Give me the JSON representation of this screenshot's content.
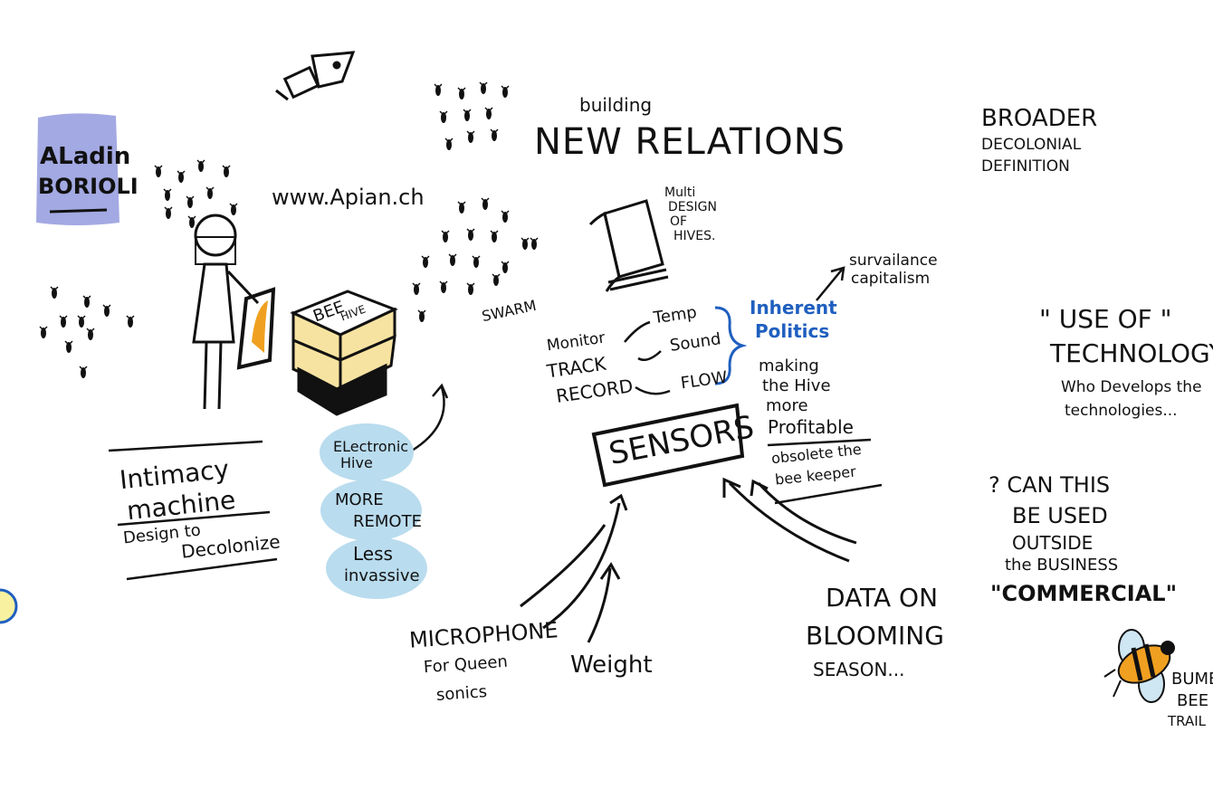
{
  "speaker": {
    "name_line1": "ALadin",
    "name_line2": "BORIOLI",
    "badge_color": "#a3a9e2"
  },
  "website": "www.Apian.ch",
  "title": {
    "small": "building",
    "main": "NEW RELATIONS"
  },
  "broader": {
    "line1": "BROADER",
    "line2": "DECOLONIAL",
    "line3": "DEFINITION"
  },
  "multi_design": [
    "Multi",
    "DESIGN",
    "OF",
    "HIVES."
  ],
  "swarm": "SWARM",
  "hive_label": [
    "BEE",
    "HIVE"
  ],
  "surveillance": [
    "survailance",
    "capitalism"
  ],
  "inherent": [
    "Inherent",
    "Politics"
  ],
  "making": [
    "making",
    "the Hive",
    "more",
    "Profitable"
  ],
  "obsolete": [
    "obsolete the",
    "bee keeper"
  ],
  "monitor": {
    "verbs": [
      "Monitor",
      "TRACK",
      "RECORD"
    ],
    "targets": [
      "Temp",
      "Sound",
      "FLOW"
    ]
  },
  "sensors": "SENSORS",
  "intimacy": {
    "line1": "Intimacy",
    "line2": "machine",
    "line3": "Design to",
    "line4": "Decolonize"
  },
  "bubbles": [
    {
      "l1": "ELectronic",
      "l2": "Hive"
    },
    {
      "l1": "MORE",
      "l2": "REMOTE"
    },
    {
      "l1": "Less",
      "l2": "invassive"
    }
  ],
  "bubble_color": "#b9dcee",
  "microphone": [
    "MICROPHONE",
    "For Queen",
    "sonics"
  ],
  "weight": "Weight",
  "data_bloom": [
    "DATA ON",
    "BLOOMING",
    "SEASON..."
  ],
  "use_of": [
    "\" USE OF \"",
    "TECHNOLOGY",
    "Who Develops the",
    "technologies..."
  ],
  "can_this": [
    "? CAN THIS",
    "BE USED",
    "OUTSIDE",
    "the BUSINESS",
    "\"COMMERCIAL\""
  ],
  "bumble": [
    "BUMBLE",
    "BEE",
    "TRAIL"
  ],
  "colors": {
    "ink": "#111111",
    "accent_blue": "#1f5fbf",
    "hive_yellow": "#f7e3a1",
    "flame_orange": "#f0a020"
  }
}
